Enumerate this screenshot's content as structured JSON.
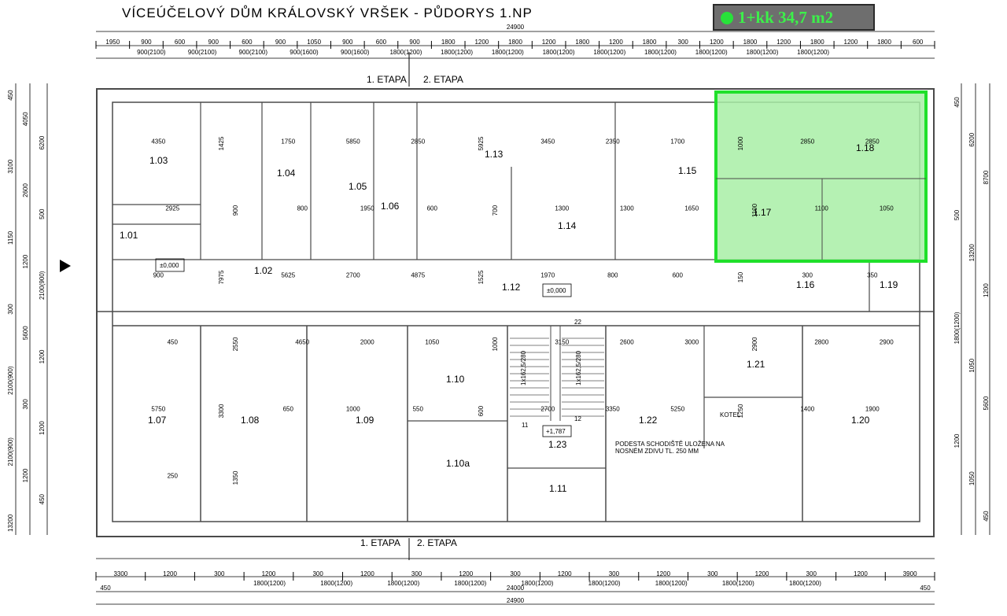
{
  "title": "VÍCEÚČELOVÝ DŮM KRÁLOVSKÝ VRŠEK - PŮDORYS 1.NP",
  "highlight": {
    "label": "1+kk 34,7 m2",
    "color": "#28e23a"
  },
  "etapa": {
    "first": "1. ETAPA",
    "second": "2. ETAPA"
  },
  "top_dims": {
    "overall": "24900",
    "segments": [
      "1950",
      "900",
      "600",
      "900",
      "600",
      "900",
      "1050",
      "900",
      "600",
      "900",
      "1800",
      "1200",
      "1800",
      "1200",
      "1800",
      "1200",
      "1800",
      "300",
      "1200",
      "1800",
      "1200",
      "1800",
      "1200",
      "1800",
      "600"
    ],
    "windows": [
      "900(2100)",
      "900(2100)",
      "900(2100)",
      "900(1600)",
      "900(1600)",
      "1800(1200)",
      "1800(1200)",
      "1800(1200)",
      "1800(1200)",
      "1800(1200)",
      "1800(1200)",
      "1800(1200)",
      "1800(1200)",
      "1800(1200)"
    ]
  },
  "bottom_dims": {
    "overall": "24900",
    "inner": "24000",
    "side": "450",
    "segments": [
      "3300",
      "1200",
      "300",
      "1200",
      "300",
      "1200",
      "300",
      "1200",
      "300",
      "1200",
      "300",
      "1200",
      "300",
      "1200",
      "300",
      "1200",
      "3900"
    ],
    "windows": [
      "1800(1200)",
      "1800(1200)",
      "1800(1200)",
      "1800(1200)",
      "1800(1200)",
      "1800(1200)",
      "1800(1200)",
      "1800(1200)",
      "1800(1200)"
    ]
  },
  "left_dims": [
    "450",
    "4050",
    "6200",
    "3100",
    "2600",
    "500",
    "1150",
    "1200",
    "2100(900)",
    "300",
    "5600",
    "1200",
    "2100(900)",
    "300",
    "1200",
    "2100(900)",
    "1200",
    "450",
    "13200"
  ],
  "right_dims": [
    "450",
    "6200",
    "8700",
    "500",
    "13200",
    "1200",
    "1800(1200)",
    "1050",
    "5600",
    "1200",
    "1050",
    "450"
  ],
  "rooms": [
    {
      "id": "1.01"
    },
    {
      "id": "1.02"
    },
    {
      "id": "1.03"
    },
    {
      "id": "1.04"
    },
    {
      "id": "1.05"
    },
    {
      "id": "1.06"
    },
    {
      "id": "1.07"
    },
    {
      "id": "1.08"
    },
    {
      "id": "1.09"
    },
    {
      "id": "1.10"
    },
    {
      "id": "1.10a"
    },
    {
      "id": "1.11"
    },
    {
      "id": "1.12"
    },
    {
      "id": "1.13"
    },
    {
      "id": "1.14"
    },
    {
      "id": "1.15"
    },
    {
      "id": "1.16"
    },
    {
      "id": "1.17"
    },
    {
      "id": "1.18"
    },
    {
      "id": "1.19"
    },
    {
      "id": "1.20"
    },
    {
      "id": "1.21"
    },
    {
      "id": "1.22"
    },
    {
      "id": "1.23"
    }
  ],
  "levels": {
    "main": "±0,000",
    "landing": "+1,787"
  },
  "stair": {
    "flight": "1x162,5/280",
    "steps_top": "22",
    "steps_mid": "12",
    "steps_low": "11"
  },
  "notes": {
    "landing_note_1": "PODESTA SCHODIŠTĚ ULOŽENA NA",
    "landing_note_2": "NOSNÉM ZDIVU TL. 250 MM",
    "boiler": "KOTEL"
  },
  "interior_dims": [
    "4350",
    "1425",
    "1750",
    "5850",
    "2850",
    "5925",
    "3450",
    "2350",
    "1700",
    "1000",
    "2850",
    "2850",
    "2925",
    "900",
    "800",
    "1950",
    "600",
    "700",
    "1300",
    "1300",
    "1650",
    "1100",
    "1100",
    "1050",
    "900",
    "7975",
    "5625",
    "2700",
    "4875",
    "1525",
    "1970",
    "800",
    "600",
    "150",
    "300",
    "350",
    "450",
    "2550",
    "4650",
    "2000",
    "1050",
    "1000",
    "3150",
    "2600",
    "3000",
    "2900",
    "2800",
    "2900",
    "5750",
    "3300",
    "650",
    "1000",
    "550",
    "600",
    "2700",
    "3350",
    "5250",
    "1250",
    "1400",
    "1900",
    "250",
    "1350"
  ],
  "colors": {
    "wall": "#4a4a4a",
    "highlight_fill": "#a8eea6",
    "highlight_border": "#1fe02a"
  }
}
